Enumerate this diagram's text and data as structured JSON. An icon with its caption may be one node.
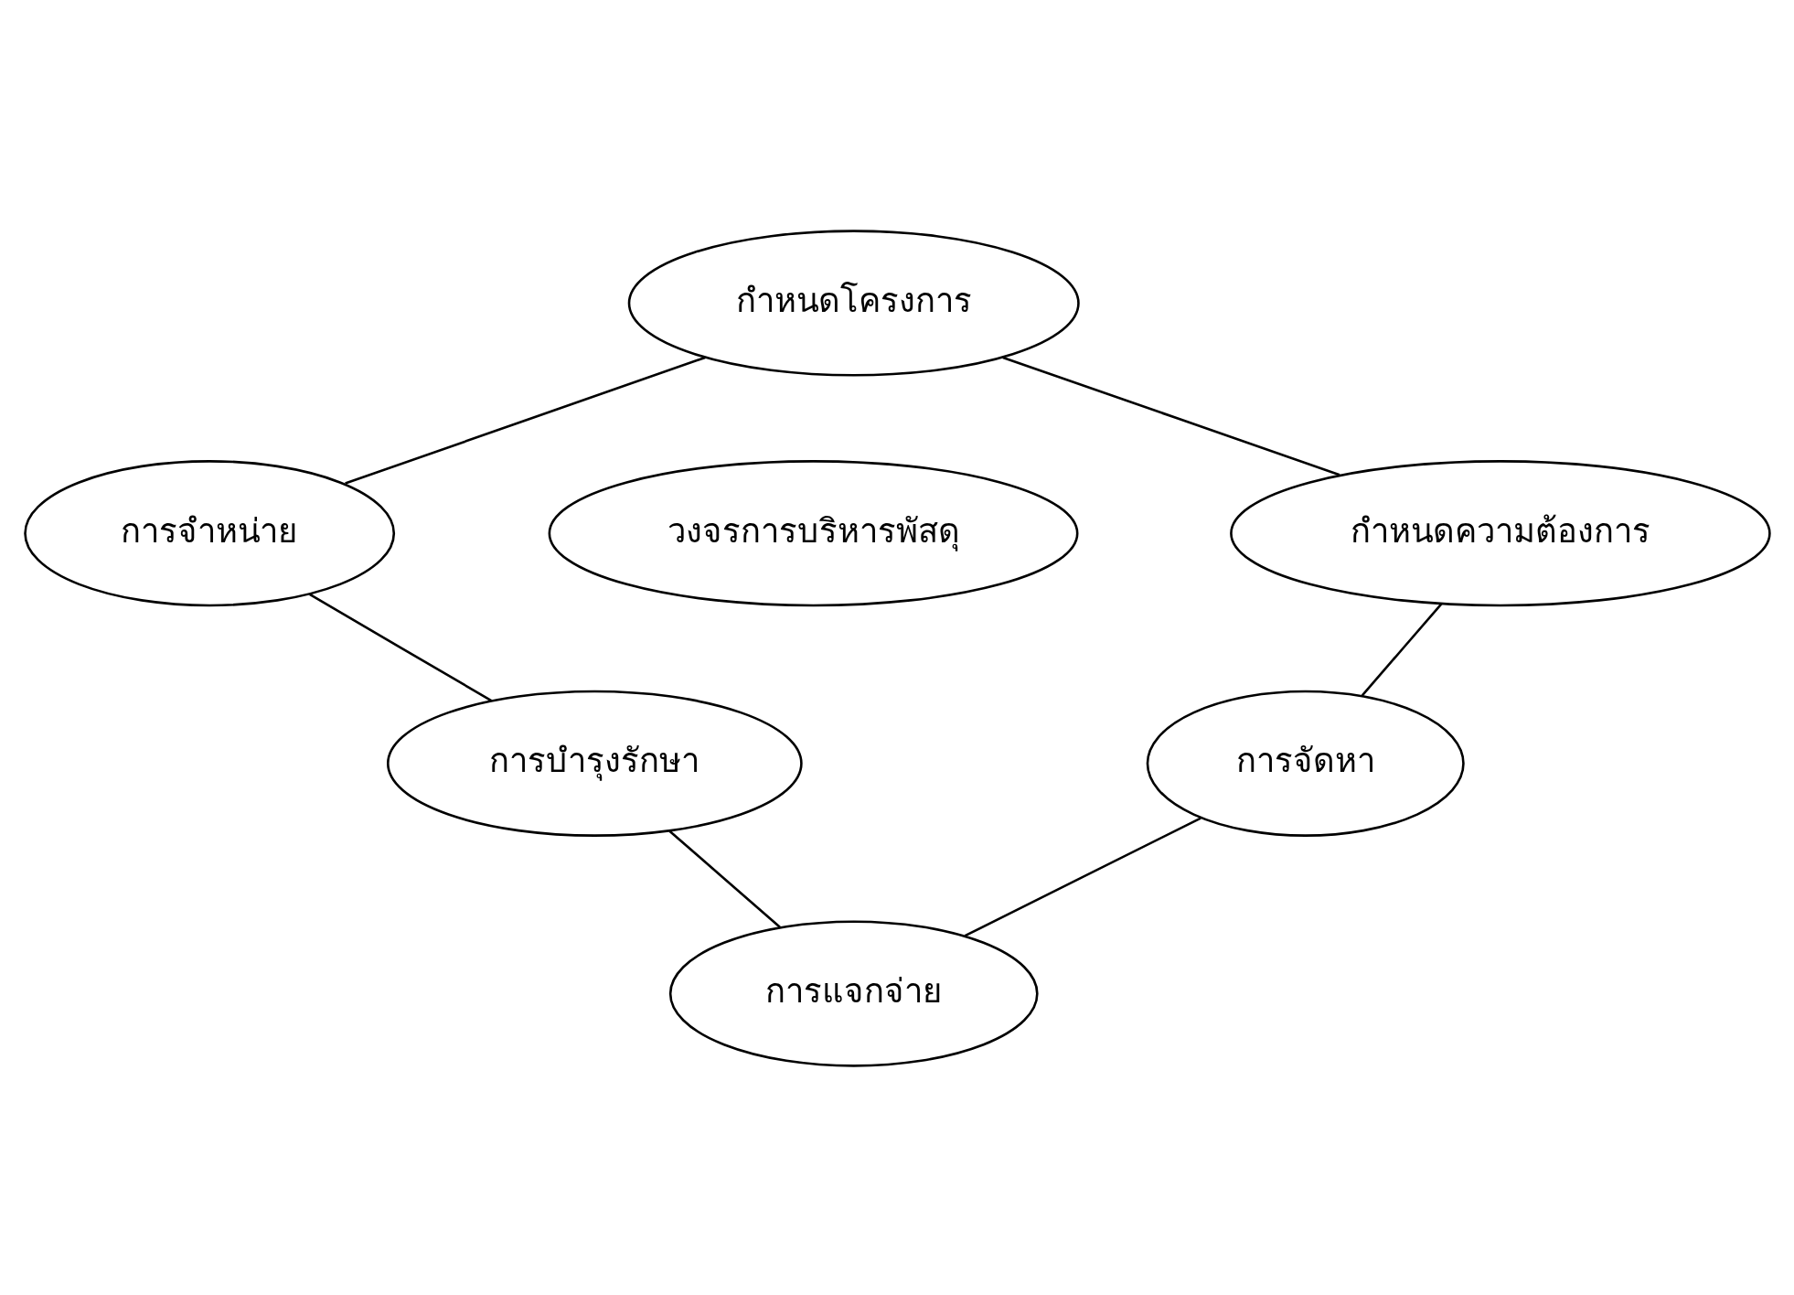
{
  "diagram": {
    "nodes": [
      {
        "text": [
          "กำหนดโครงการ"
        ]
      },
      {
        "text": [
          "การจำหน่าย"
        ]
      },
      {
        "text": [
          "กำหนดความต้องการ"
        ]
      },
      {
        "text": [
          "วงจรการบริหารพัสดุ"
        ]
      },
      {
        "text": [
          "การบำรุงรักษา"
        ]
      },
      {
        "text": [
          "การจัดหา"
        ]
      },
      {
        "text": [
          "การแจกจ่าย"
        ]
      }
    ],
    "edges": [
      {
        "from": 0,
        "to": 2,
        "arrow": "none"
      },
      {
        "from": 2,
        "to": 5,
        "arrow": "none"
      },
      {
        "from": 5,
        "to": 6,
        "arrow": "none"
      },
      {
        "from": 0,
        "to": 1,
        "arrow": "none"
      },
      {
        "from": 1,
        "to": 4,
        "arrow": "none"
      },
      {
        "from": 4,
        "to": 6,
        "arrow": "none"
      }
    ]
  }
}
